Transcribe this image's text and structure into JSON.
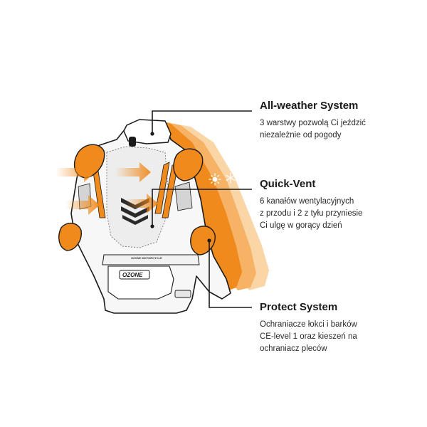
{
  "brand": {
    "logo_text": "OZONE",
    "back_text": "OZONE MOTORCYCLE"
  },
  "features": [
    {
      "title": "All-weather System",
      "lines": [
        "3 warstwy pozwolą Ci jeździć",
        "niezależnie od pogody"
      ]
    },
    {
      "title": "Quick-Vent",
      "lines": [
        "6 kanałów wentylacyjnych",
        "z przodu i 2 z tyłu przyniesie",
        "Ci ulgę w gorący dzień"
      ]
    },
    {
      "title": "Protect System",
      "lines": [
        "Ochraniacze łokci i barków",
        "CE-level 1 oraz kieszeń na",
        "ochraniacz pleców"
      ]
    }
  ],
  "icons": [
    "sun-icon",
    "snowflake-icon"
  ],
  "colors": {
    "accent": "#f08a1c",
    "accent_light": "#f6b265",
    "accent_pale": "#fad5a6",
    "outline": "#1a1a1a"
  }
}
